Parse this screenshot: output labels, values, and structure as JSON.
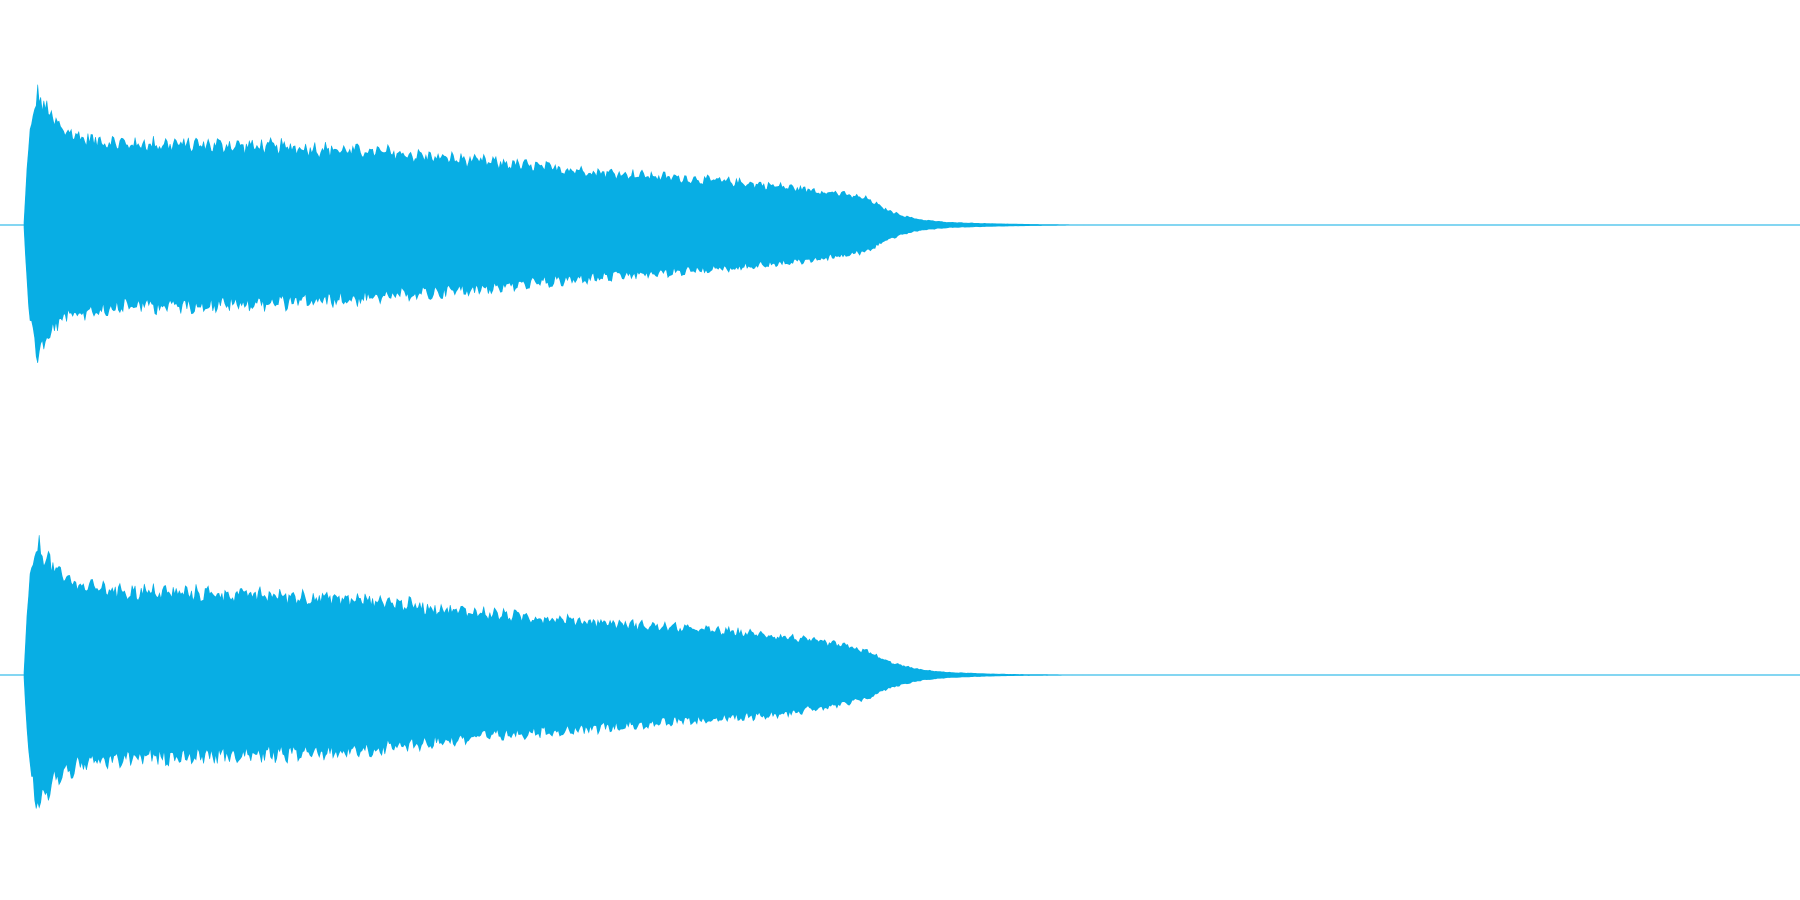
{
  "colors": {
    "background": "#ffffff",
    "waveform": "#08aee4",
    "center_line": "#08aee4"
  },
  "channels": [
    {
      "label": "",
      "envelope": [
        [
          0.0,
          0.02
        ],
        [
          0.003,
          0.7
        ],
        [
          0.008,
          1.0
        ],
        [
          0.012,
          0.9
        ],
        [
          0.02,
          0.74
        ],
        [
          0.035,
          0.66
        ],
        [
          0.06,
          0.62
        ],
        [
          0.09,
          0.62
        ],
        [
          0.12,
          0.61
        ],
        [
          0.16,
          0.59
        ],
        [
          0.2,
          0.56
        ],
        [
          0.24,
          0.51
        ],
        [
          0.28,
          0.46
        ],
        [
          0.32,
          0.41
        ],
        [
          0.36,
          0.37
        ],
        [
          0.4,
          0.33
        ],
        [
          0.43,
          0.29
        ],
        [
          0.46,
          0.24
        ],
        [
          0.475,
          0.2
        ],
        [
          0.485,
          0.12
        ],
        [
          0.495,
          0.07
        ],
        [
          0.505,
          0.04
        ],
        [
          0.52,
          0.02
        ],
        [
          0.54,
          0.012
        ],
        [
          0.56,
          0.006
        ],
        [
          0.6,
          0.0
        ]
      ]
    },
    {
      "label": "",
      "envelope": [
        [
          0.0,
          0.02
        ],
        [
          0.003,
          0.72
        ],
        [
          0.008,
          1.0
        ],
        [
          0.012,
          0.92
        ],
        [
          0.02,
          0.76
        ],
        [
          0.035,
          0.68
        ],
        [
          0.06,
          0.64
        ],
        [
          0.09,
          0.63
        ],
        [
          0.12,
          0.62
        ],
        [
          0.16,
          0.6
        ],
        [
          0.2,
          0.57
        ],
        [
          0.24,
          0.5
        ],
        [
          0.28,
          0.45
        ],
        [
          0.32,
          0.41
        ],
        [
          0.36,
          0.37
        ],
        [
          0.4,
          0.33
        ],
        [
          0.43,
          0.29
        ],
        [
          0.46,
          0.23
        ],
        [
          0.475,
          0.18
        ],
        [
          0.485,
          0.11
        ],
        [
          0.495,
          0.07
        ],
        [
          0.505,
          0.04
        ],
        [
          0.52,
          0.02
        ],
        [
          0.54,
          0.01
        ],
        [
          0.555,
          0.005
        ],
        [
          0.6,
          0.0
        ]
      ]
    }
  ]
}
